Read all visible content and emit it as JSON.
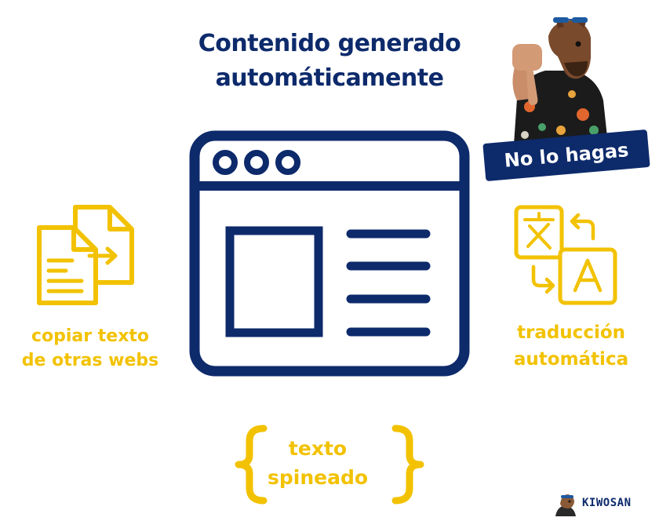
{
  "title": {
    "line1": "Contenido generado",
    "line2": "automáticamente"
  },
  "center": {
    "icon": "browser-window-icon"
  },
  "items": [
    {
      "label_line1": "copiar texto",
      "label_line2": "de otras webs",
      "icon": "copy-documents-icon"
    },
    {
      "label_line1": "traducción",
      "label_line2": "automática",
      "icon": "translate-icon"
    },
    {
      "label_line1": "texto",
      "label_line2": "spineado",
      "icon": "curly-braces-icon"
    }
  ],
  "badge": {
    "text": "No lo hagas"
  },
  "brand": {
    "text": "KIWOSAN"
  },
  "colors": {
    "navy": "#0d2a6b",
    "yellow": "#f2c200",
    "background": "#ffffff"
  }
}
